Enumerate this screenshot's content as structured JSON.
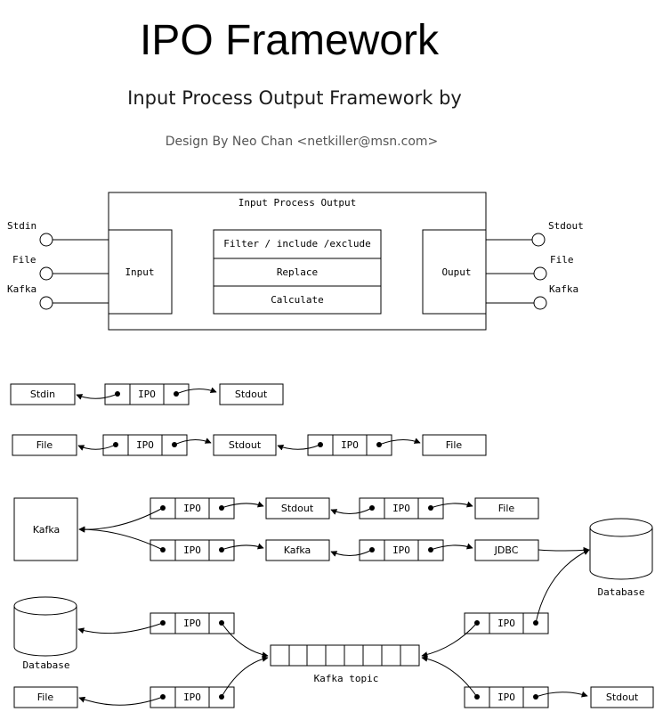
{
  "title": "IPO Framework",
  "subtitle": "Input Process Output Framework by",
  "author": "Design By Neo Chan <netkiller@msn.com>",
  "overview": {
    "title": "Input Process Output",
    "input_label": "Input",
    "output_label": "Ouput",
    "process_steps": [
      "Filter / include /exclude",
      "Replace",
      "Calculate"
    ],
    "inputs": [
      "Stdin",
      "File",
      "Kafka"
    ],
    "outputs": [
      "Stdout",
      "File",
      "Kafka"
    ]
  },
  "ipo_label": "IPO",
  "nodes": {
    "stdin": "Stdin",
    "stdout": "Stdout",
    "file": "File",
    "kafka": "Kafka",
    "jdbc": "JDBC",
    "database": "Database",
    "kafka_topic": "Kafka topic"
  }
}
